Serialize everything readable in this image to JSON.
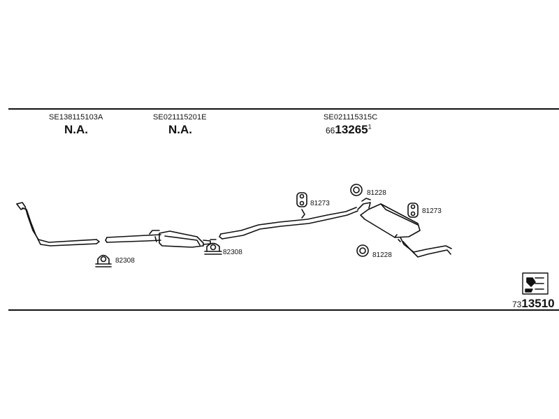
{
  "columns": [
    {
      "ref": "SE138115103A",
      "value": "N.A."
    },
    {
      "ref": "SE021115201E",
      "value": "N.A."
    },
    {
      "ref": "SE021115315C",
      "value_prefix": "66",
      "value_main": "13265",
      "value_suffix": "1"
    }
  ],
  "part_labels": {
    "clamp_left": "82308",
    "clamp_middle": "82308",
    "hanger_left": "81273",
    "ring_top": "81228",
    "hanger_right": "81273",
    "ring_bottom": "81228"
  },
  "footer": {
    "number_prefix": "73",
    "number_main": "13510",
    "icon": "fitting-instructions-icon"
  },
  "colors": {
    "line": "#111111",
    "background": "#ffffff"
  }
}
